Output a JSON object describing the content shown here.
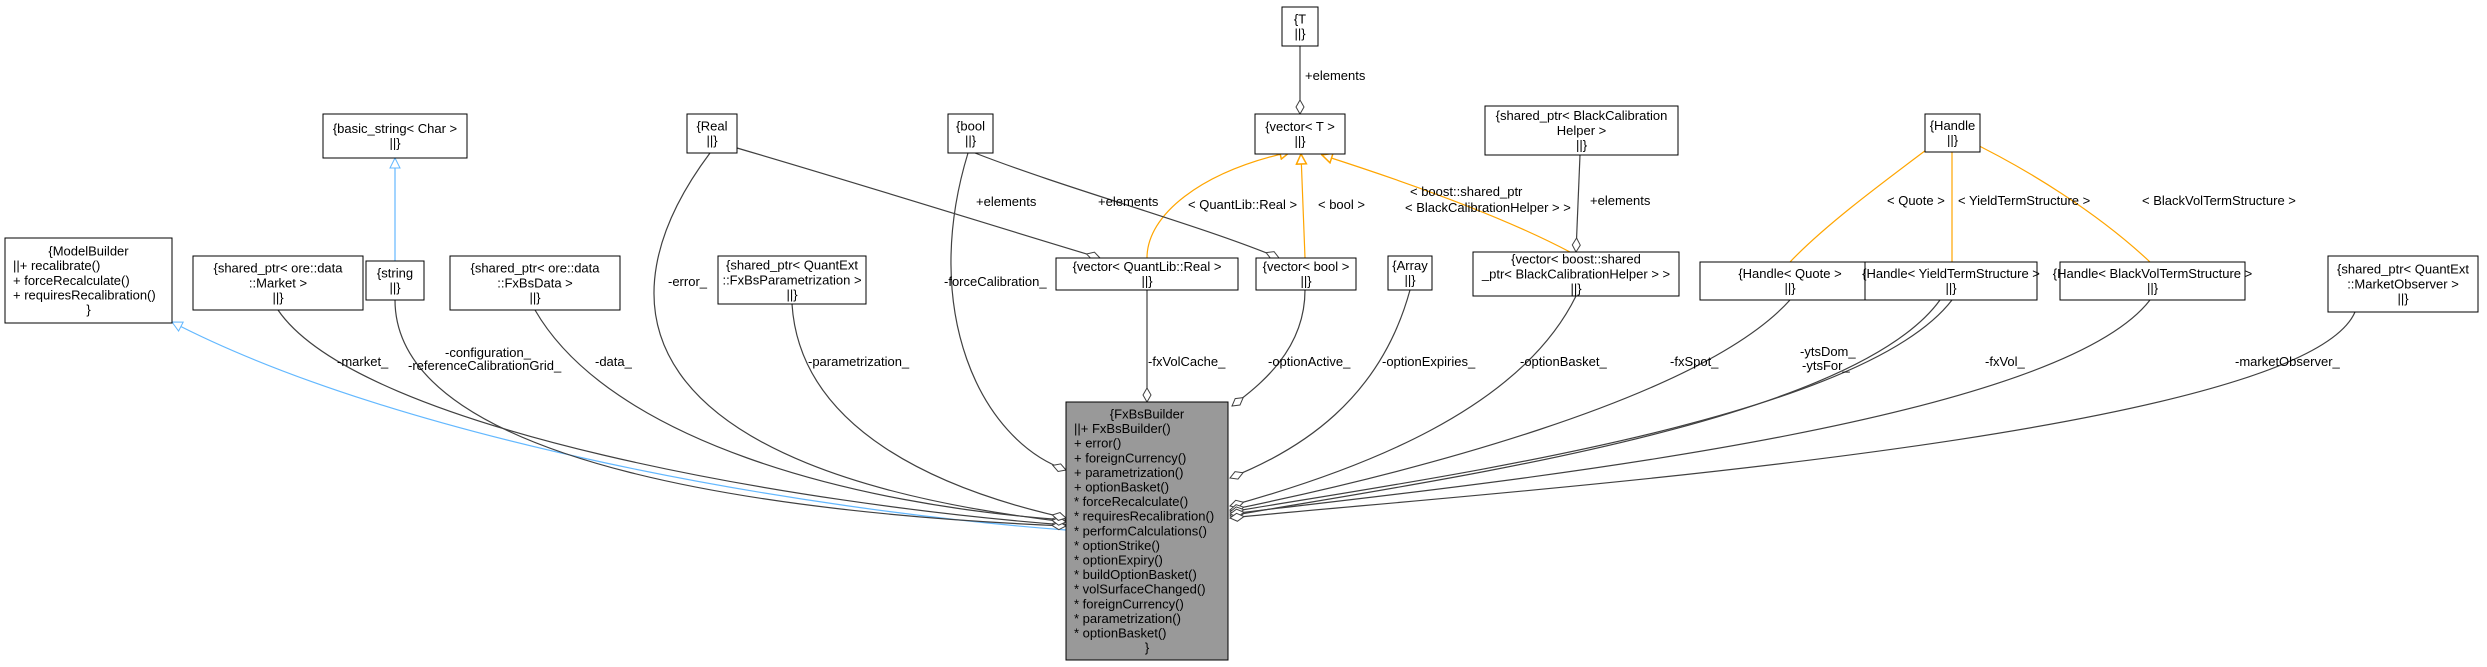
{
  "colors": {
    "background": "#ffffff",
    "node_fill": "#ffffff",
    "main_node_fill": "#999999",
    "node_stroke": "#000000",
    "inheritance_edge": "#63b8ff",
    "template_edge": "#ffa500",
    "usage_edge": "#404040"
  },
  "nodes": {
    "model_builder": [
      "{ModelBuilder",
      "||+ recalibrate()",
      "+ forceRecalculate()",
      "+ requiresRecalibration()",
      "}"
    ],
    "basic_string": [
      "{basic_string< Char >",
      "||}"
    ],
    "string": [
      "{string",
      "||}"
    ],
    "shared_ptr_market": [
      "{shared_ptr< ore::data",
      "::Market >",
      "||}"
    ],
    "shared_ptr_fxbsdata": [
      "{shared_ptr< ore::data",
      "::FxBsData >",
      "||}"
    ],
    "real": [
      "{Real",
      "||}"
    ],
    "bool": [
      "{bool",
      "||}"
    ],
    "shared_ptr_fxbsparam": [
      "{shared_ptr< QuantExt",
      "::FxBsParametrization >",
      "||}"
    ],
    "t": [
      "{T",
      "||}"
    ],
    "vector_t": [
      "{vector< T >",
      "||}"
    ],
    "vector_real": [
      "{vector< QuantLib::Real >",
      "||}"
    ],
    "vector_bool": [
      "{vector< bool >",
      "||}"
    ],
    "array": [
      "{Array",
      "||}"
    ],
    "shared_ptr_bch": [
      "{shared_ptr< BlackCalibration",
      "Helper >",
      "||}"
    ],
    "vector_bch": [
      "{vector< boost::shared",
      "_ptr< BlackCalibrationHelper > >",
      "||}"
    ],
    "handle": [
      "{Handle",
      "||}"
    ],
    "handle_quote": [
      "{Handle< Quote >",
      "||}"
    ],
    "handle_yts": [
      "{Handle< YieldTermStructure >",
      "||}"
    ],
    "handle_bvts": [
      "{Handle< BlackVolTermStructure >",
      "||}"
    ],
    "shared_ptr_mo": [
      "{shared_ptr< QuantExt",
      "::MarketObserver >",
      "||}"
    ],
    "fxbs_builder": [
      "{FxBsBuilder",
      "||+ FxBsBuilder()",
      "+ error()",
      "+ foreignCurrency()",
      "+ parametrization()",
      "+ optionBasket()",
      "* forceRecalculate()",
      "* requiresRecalibration()",
      "* performCalculations()",
      "* optionStrike()",
      "* optionExpiry()",
      "* buildOptionBasket()",
      "* volSurfaceChanged()",
      "* foreignCurrency()",
      "* parametrization()",
      "* optionBasket()",
      "}"
    ]
  },
  "edge_labels": {
    "t_elements": "+elements",
    "real_elements": "+elements",
    "bool_elements": "+elements",
    "bch_elements": "+elements",
    "quantlib_real": "< QuantLib::Real >",
    "bool_tmpl": "< bool >",
    "bch_tmpl_1": "< boost::shared_ptr",
    "bch_tmpl_2": "< BlackCalibrationHelper > >",
    "quote_tmpl": "< Quote >",
    "yts_tmpl": "< YieldTermStructure >",
    "bvts_tmpl": "< BlackVolTermStructure >",
    "market": "-market_",
    "configuration": "-configuration_",
    "reference_grid": "-referenceCalibrationGrid_",
    "data": "-data_",
    "error": "-error_",
    "parametrization": "-parametrization_",
    "force_calibration": "-forceCalibration_",
    "fx_vol_cache": "-fxVolCache_",
    "option_active": "-optionActive_",
    "option_expiries": "-optionExpiries_",
    "option_basket": "-optionBasket_",
    "fx_spot": "-fxSpot_",
    "yts_dom": "-ytsDom_",
    "yts_for": "-ytsFor_",
    "fx_vol": "-fxVol_",
    "market_observer": "-marketObserver_"
  }
}
